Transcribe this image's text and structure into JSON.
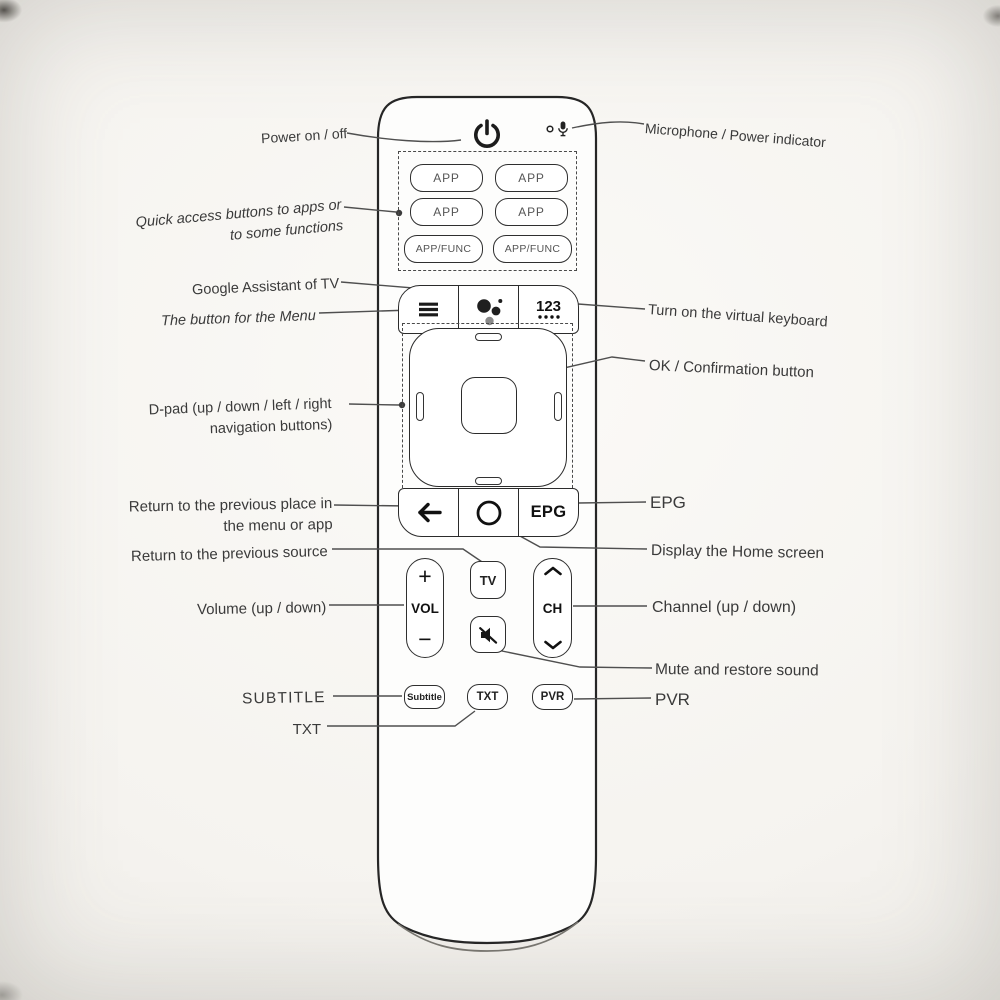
{
  "colors": {
    "ink": "#2b2b2b",
    "paper": "#f3f1ee",
    "leader": "#4f4f4f",
    "muted_text": "#555555",
    "grey_dot": "#8a8a8a"
  },
  "buttons": {
    "app_grid": [
      "APP",
      "APP",
      "APP",
      "APP",
      "APP/FUNC",
      "APP/FUNC"
    ],
    "keyboard": "123",
    "epg": "EPG",
    "vol_plus": "+",
    "vol_label": "VOL",
    "vol_minus": "−",
    "tv": "TV",
    "ch_label": "CH",
    "subtitle": "Subtitle",
    "txt": "TXT",
    "pvr": "PVR"
  },
  "icons": {
    "power": "power-symbol",
    "microphone": "mic-with-indicator-dot",
    "menu": "hamburger",
    "assistant": "google-assistant-dots",
    "keyboard_dots": "four-dots",
    "back": "arrow-left",
    "home": "circle",
    "ch_up": "chevron-up",
    "ch_down": "chevron-down",
    "mute": "speaker-muted"
  },
  "labels": {
    "power": "Power on / off",
    "quick_access": "Quick access buttons to apps or\nto some functions",
    "google_assistant": "Google Assistant of TV",
    "menu": "The button for the Menu",
    "dpad": "D-pad (up / down / left / right\nnavigation buttons)",
    "return_place": "Return to the previous place in\nthe menu or app",
    "return_source": "Return to the previous source",
    "volume": "Volume (up / down)",
    "subtitle": "SUBTITLE",
    "txt": "TXT",
    "microphone": "Microphone / Power indicator",
    "keyboard": "Turn on the virtual keyboard",
    "ok": "OK / Confirmation button",
    "epg": "EPG",
    "home": "Display the Home screen",
    "channel": "Channel (up / down)",
    "mute": "Mute and restore sound",
    "pvr": "PVR"
  }
}
